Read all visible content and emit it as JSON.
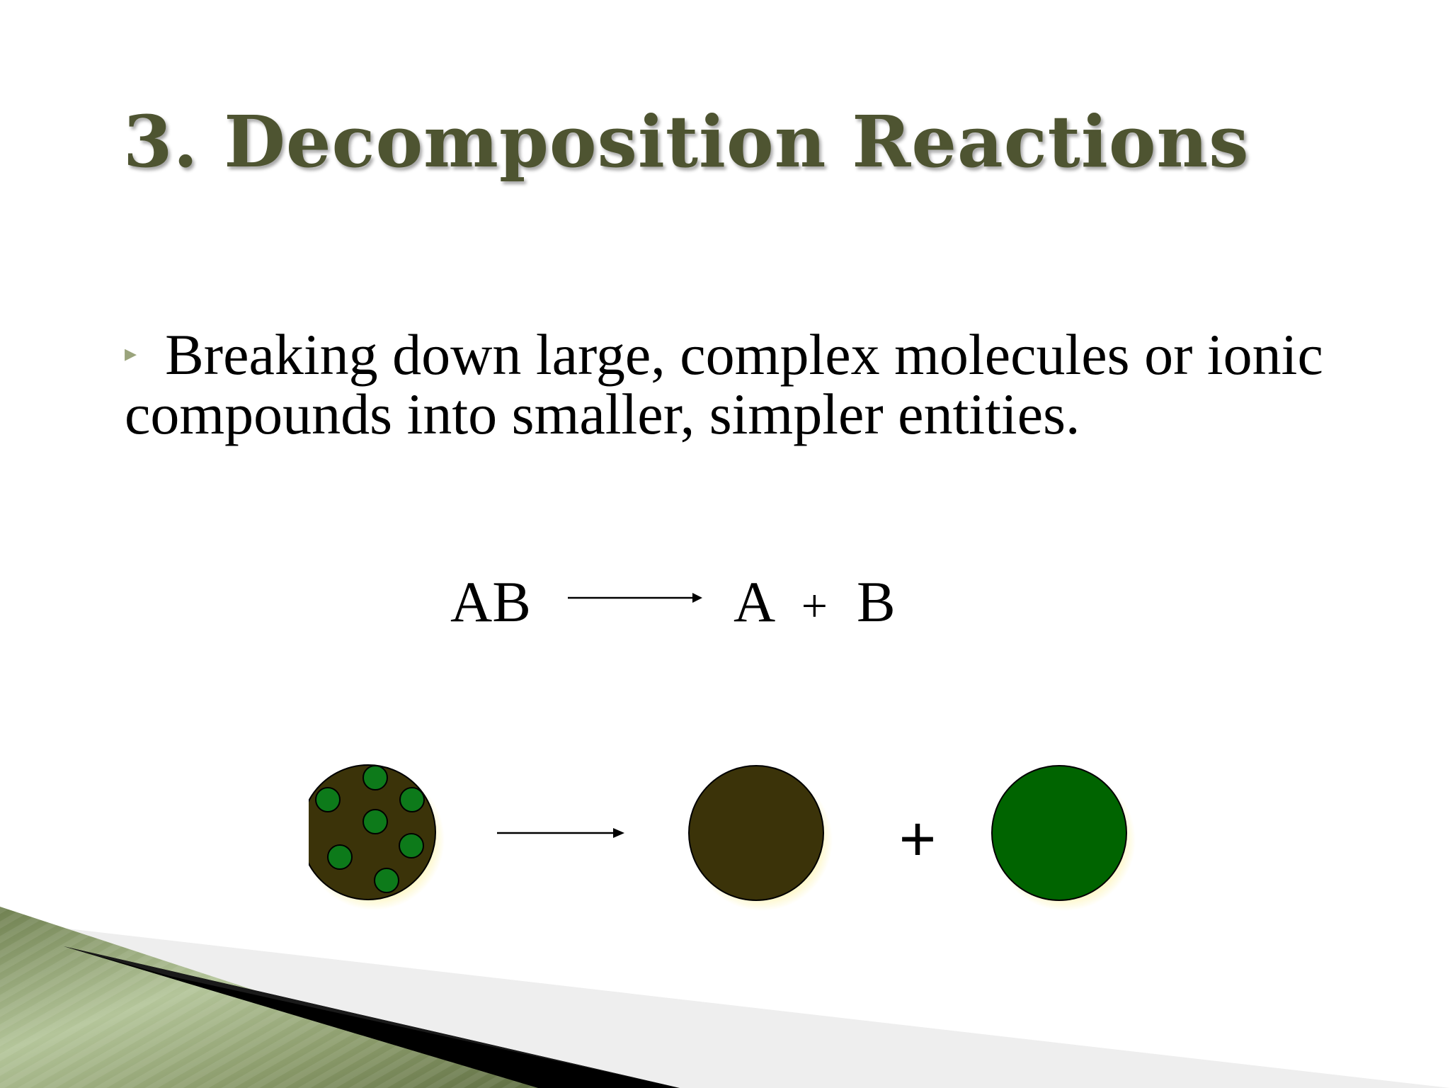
{
  "slide": {
    "title": "3.  Decomposition Reactions",
    "bullet": {
      "marker": "▸",
      "text": "Breaking down large, complex molecules or ionic compounds into smaller, simpler entities."
    },
    "equation": {
      "reactant": "AB",
      "product_a": "A",
      "plus": "+",
      "product_b": "B"
    },
    "diagram": {
      "plus": "+"
    },
    "colors": {
      "title": "#4e5431",
      "compound_fill": "#3b3309",
      "element_b_fill": "#006400",
      "atom_dot_fill": "#0d7a1a",
      "bullet_marker": "#9aa47c",
      "deco_green": "#8a9a6a"
    }
  }
}
